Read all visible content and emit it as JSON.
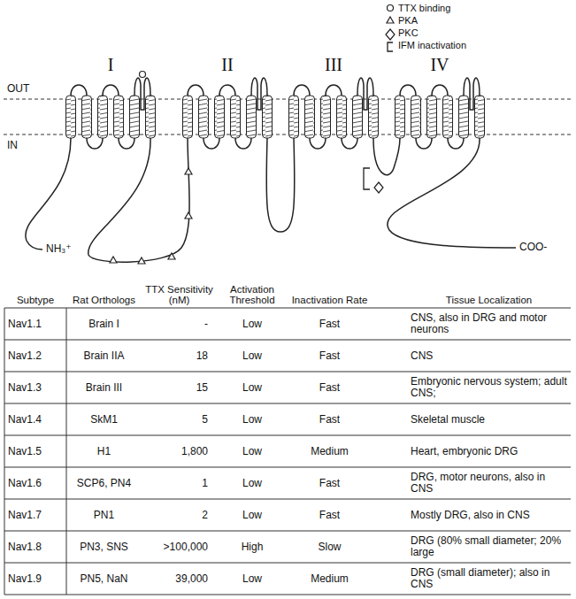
{
  "diagram": {
    "labels": [
      "OUT",
      "IN",
      "I",
      "II",
      "III",
      "IV",
      "NH₃⁺",
      "COO-",
      "Subtype",
      "Rat Orthologs",
      "TTX Sensitivity (nM)",
      "Activation Threshold",
      "Inactivation Rate",
      "Tissue Localization",
      "Nav1.1",
      "Brain I",
      "-",
      "Low",
      "Fast",
      "CNS, also in DRG and motor neurons",
      "Nav1.2",
      "Brain IIA",
      "18",
      "Low",
      "Fast",
      "CNS",
      "Nav1.3",
      "Brain III",
      "15",
      "Low",
      "Fast",
      "Embryonic nervous system; adult CNS;",
      "Nav1.4",
      "SkM1",
      "5",
      "Low",
      "Fast",
      "Skeletal muscle",
      "Nav1.5",
      "H1",
      "1,800",
      "Low",
      "Medium",
      "Heart, embryonic DRG",
      "Nav1.6",
      "SCP6, PN4",
      "1",
      "Low",
      "Fast",
      "DRG, motor neurons, also in CNS",
      "Nav1.7",
      "PN1",
      "2",
      "Low",
      "Fast",
      "Mostly DRG, also in CNS",
      "Nav1.8",
      "PN3, SNS",
      ">100,000",
      "High",
      "Slow",
      "DRG (80% small diameter; 20% large",
      "Nav1.9",
      "PN5, NaN",
      "39,000",
      "Low",
      "Medium",
      "DRG (small diameter); also in CNS"
    ],
    "legend": [
      {
        "text": "TTX binding"
      },
      {
        "text": "PKA"
      },
      {
        "text": "PKC"
      },
      {
        "text": "IFM inactivation"
      }
    ]
  }
}
